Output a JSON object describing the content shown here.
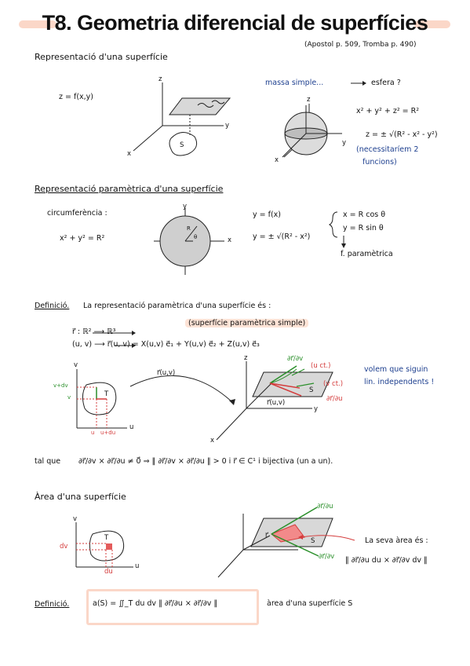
{
  "title": "T8. Geometria diferencial de superfícies",
  "reference": "(Apostol p. 509, Tromba p. 490)",
  "sec1": {
    "heading": "Representació d'una superfície",
    "eq_z": "z = f(x,y)",
    "axis_z": "z",
    "axis_y": "y",
    "axis_x": "x",
    "region_S": "S",
    "blue_note": "massa simple...",
    "arrow": "→",
    "sphere_q": "esfera ?",
    "sphere_eq": "x² + y² + z² = R²",
    "sphere_z": "z = ± √(R² - x² - y²)",
    "blue_need_1": "(necessitaríem 2",
    "blue_need_2": "funcions)"
  },
  "sec2": {
    "heading": "Representació paramètrica d'una superfície",
    "circ_label": "circumferència :",
    "circ_eq": "x² + y² = R²",
    "axis_y": "y",
    "axis_x": "x",
    "R": "R",
    "theta": "θ",
    "y_fx": "y = f(x)",
    "y_pm": "y = ± √(R² - x²)",
    "x_par": "x = R cos θ",
    "y_par": "y = R sin θ",
    "f_par": "f. paramètrica"
  },
  "sec3": {
    "def_label": "Definició.",
    "def_text": "La representació paramètrica d'una superfície és :",
    "map1": "r⃗ :   ℝ² ⟶ ℝ³",
    "simple": "(superfície paramètrica simple)",
    "map2": "(u, v) ⟶ r⃗(u, v) = X(u,v) e⃗₁ + Y(u,v) e⃗₂ + Z(u,v) e⃗₃",
    "axis_v": "v",
    "axis_u": "u",
    "v_dv": "v+dv",
    "v0": "v",
    "u0": "u",
    "u_du": "u+du",
    "T": "T",
    "r_uv": "r⃗(u,v)",
    "dr_dv": "∂r⃗/∂v",
    "u_ct": "(u ct.)",
    "v_ct": "(v ct.)",
    "dr_du": "∂r⃗/∂u",
    "S": "S",
    "blue_1": "volem que siguin",
    "blue_2": "lin. independents !",
    "axis_z": "z",
    "axis_y": "y",
    "axis_x": "x",
    "cond_prefix": "tal que",
    "cond": "∂r⃗/∂v × ∂r⃗/∂u ≠ 0⃗  ⇒  ‖ ∂r⃗/∂v × ∂r⃗/∂u ‖ > 0  i  r⃗ ∈ C¹  i  bijectiva  (un a un)."
  },
  "sec4": {
    "heading": "Àrea d'una superfície",
    "axis_v": "v",
    "axis_u": "u",
    "dv": "dv",
    "du": "du",
    "T": "T",
    "S": "S",
    "r_label": "r⃗",
    "dr_du_label": "∂r⃗/∂u",
    "dr_dv_label": "∂r⃗/∂v",
    "area_text": "La seva àrea és :",
    "area_expr": "‖ ∂r⃗/∂u du × ∂r⃗/∂v dv ‖",
    "def_label": "Definició.",
    "def_formula": "a(S) = ∬_T du dv ‖ ∂r⃗/∂u × ∂r⃗/∂v ‖",
    "def_after": "àrea d'una superfície S"
  }
}
